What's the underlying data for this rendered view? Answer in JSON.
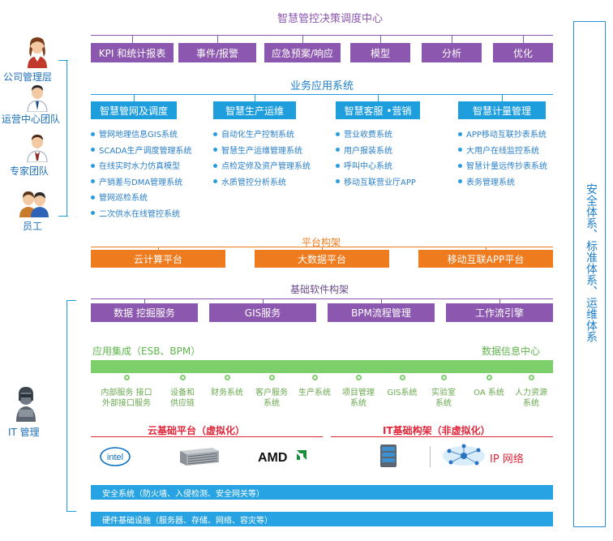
{
  "decision": {
    "title": "智慧管控决策调度中心",
    "items": [
      "KPI 和统计报表",
      "事件/报警",
      "应急预案/响应",
      "模型",
      "分析",
      "优化"
    ]
  },
  "business": {
    "title": "业务应用系统",
    "columns": [
      {
        "header": "智慧管网及调度",
        "items": [
          "管网地理信息GIS系统",
          "SCADA生产调度管理系统",
          "在线实时水力仿真模型",
          "产销差与DMA管理系统",
          "管网巡检系统",
          "二次供水在线管控系统"
        ]
      },
      {
        "header": "智慧生产运维",
        "items": [
          "自动化生产控制系统",
          "智慧生产运维管理系统",
          "点检定修及资产管理系统",
          "水质管控分析系统"
        ]
      },
      {
        "header": "智慧客服 •营销",
        "items": [
          "营业收费系统",
          "用户报装系统",
          "呼叫中心系统",
          "移动互联营业厅APP"
        ]
      },
      {
        "header": "智慧计量管理",
        "items": [
          "APP移动互联抄表系统",
          "大用户在线监控系统",
          "智慧计量远传抄表系统",
          "表务管理系统"
        ]
      }
    ]
  },
  "platform": {
    "title": "平台构架",
    "items": [
      "云计算平台",
      "大数据平台",
      "移动互联APP平台"
    ]
  },
  "base_software": {
    "title": "基础软件构架",
    "items": [
      "数据 挖掘服务",
      "GIS服务",
      "BPM流程管理",
      "工作流引擎"
    ]
  },
  "integration": {
    "left_label": "应用集成（ESB、BPM）",
    "right_label": "数据信息中心",
    "systems": [
      "内部服务 接口\n外部接口服务",
      "设备和\n供应链",
      "财务系统",
      "客户服务\n系统",
      "生产系统",
      "项目管理\n系统",
      "GIS系统",
      "实验室\n系统",
      "OA  系统",
      "人力资源\n系统"
    ]
  },
  "infra": {
    "cloud_title": "云基础平台（虚拟化）",
    "it_title": "IT基础构架（非虚拟化）",
    "logos": [
      "intel",
      "AMD"
    ],
    "ip_label": "IP  网络",
    "security": "安全系统（防火墙、入侵检测、安全网关等）",
    "hardware": "硬件基础设施（服务器、存储、网络、容灾等）"
  },
  "roles": {
    "company": "公司管理层",
    "operations": "运营中心团队",
    "experts": "专家团队",
    "staff": "员工",
    "it": "IT 管理"
  },
  "side_label": "安全体系、标准体系、运维体系",
  "colors": {
    "purple": "#8c57ae",
    "blue": "#1f9ede",
    "orange": "#ef7b1f",
    "green": "#7ccf6a",
    "red_title": "#e0263a"
  }
}
